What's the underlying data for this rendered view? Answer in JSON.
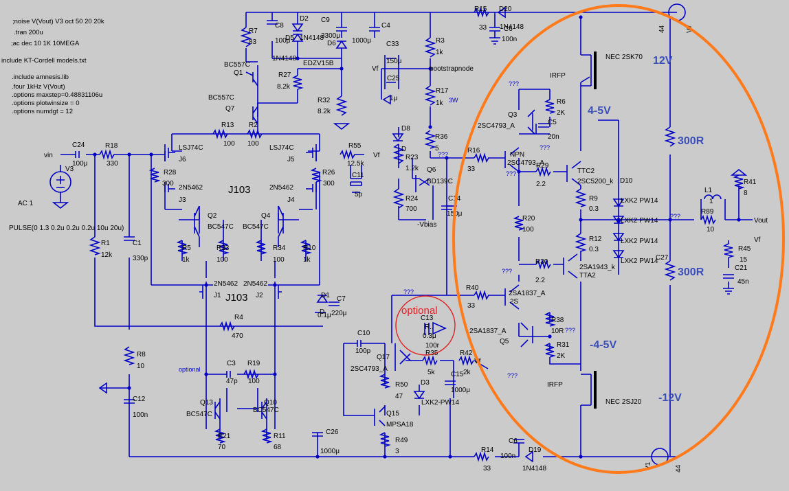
{
  "directives": [
    ";noise V(Vout) V3 oct 50 20 20k",
    ".tran 200u",
    ";ac dec 10 1K 10MEGA",
    "include KT-Cordell models.txt",
    ".include amnesis.lib",
    ".four 1kHz V(Vout)",
    ".options maxstep=0.48831106u",
    ".options plotwinsize = 0",
    ".options numdgt = 12"
  ],
  "source": {
    "ac": "AC 1",
    "pulse": "PULSE(0 1.3 0.2u 0.2u 0.2u 10u 20u)",
    "vin": "vin"
  },
  "annotations": {
    "pos_rail": "12V",
    "neg_rail": "-12V",
    "pos_bias": "4-5V",
    "neg_bias": "-4-5V",
    "r_upper": "300R",
    "r_lower": "300R",
    "optional_red": "optional",
    "optional_blue": "optional",
    "jfet_upper": "J103",
    "jfet_lower": "J103",
    "mosfet_top": "NEC 2SK70",
    "mosfet_bottom": "NEC 2SJ20",
    "irfp_top": "IRFP",
    "irfp_bottom": "IRFP"
  },
  "nets": {
    "vf": "Vf",
    "vout": "Vout",
    "vbias": "-Vbias",
    "bootstrap": "bootstrapnode",
    "unknown": "???",
    "w3": "3W"
  },
  "components": {
    "r7": [
      "R7",
      "83"
    ],
    "c8": [
      "C8",
      "100μ"
    ],
    "d2": [
      "D2",
      "1N4148"
    ],
    "c9": [
      "C9",
      "3300μ"
    ],
    "c4": [
      "C4",
      "1000μ"
    ],
    "d5": [
      "D5",
      "1N4148"
    ],
    "d6": [
      "D6",
      "EDZV15B"
    ],
    "q1": [
      "BC557C",
      "Q1"
    ],
    "r27": [
      "R27",
      "8.2k"
    ],
    "q7": [
      "BC557C",
      "Q7"
    ],
    "r32": [
      "R32",
      "8.2k"
    ],
    "c33": [
      "C33",
      "150μ"
    ],
    "c25": [
      "C25",
      "1μ"
    ],
    "vf_left": "Vf",
    "r3": [
      "R3",
      "1k"
    ],
    "r17": [
      "R17",
      "1k"
    ],
    "r15": [
      "R15",
      "33"
    ],
    "d20": [
      "D20",
      "1N4148"
    ],
    "c6top": [
      "C6",
      "100n"
    ],
    "v7": [
      "V7",
      "44"
    ],
    "r13": [
      "R13",
      "100"
    ],
    "r2": [
      "R2",
      "100"
    ],
    "j6": [
      "LSJ74C",
      "J6"
    ],
    "j5": [
      "LSJ74C",
      "J5"
    ],
    "r28": [
      "R28",
      "300"
    ],
    "r26": [
      "R26",
      "300"
    ],
    "j3": [
      "2N5462",
      "J3"
    ],
    "j4": [
      "2N5462",
      "J4"
    ],
    "r55": [
      "R55",
      "12.5k"
    ],
    "c11": [
      "C11",
      "5p"
    ],
    "c24": [
      "C24",
      "100μ"
    ],
    "r18": [
      "R18",
      "330"
    ],
    "v3": "V3",
    "q2": [
      "Q2",
      "BC547C"
    ],
    "q4": [
      "Q4",
      "BC547C"
    ],
    "r5": [
      "R5",
      "1k"
    ],
    "r33": [
      "R33",
      "100"
    ],
    "r34": [
      "R34",
      "100"
    ],
    "r10": [
      "R10",
      "1k"
    ],
    "r1": [
      "R1",
      "12k"
    ],
    "c1": [
      "C1",
      "330p"
    ],
    "j1": [
      "2N5462",
      "J1"
    ],
    "j2": [
      "2N5462",
      "J2"
    ],
    "d1": [
      "D1",
      "D"
    ],
    "c7": [
      "C7",
      "220μ"
    ],
    "c7b": "0.1μ",
    "r4": [
      "R4",
      "470"
    ],
    "r8": [
      "R8",
      "10"
    ],
    "c12": [
      "C12",
      "100n"
    ],
    "c3": [
      "C3",
      "47p"
    ],
    "r19": [
      "R19",
      "100"
    ],
    "q13": [
      "Q13",
      "BC547C"
    ],
    "q10": [
      "Q10",
      "BC547C"
    ],
    "r21": [
      "R21",
      "70"
    ],
    "r11": [
      "R11",
      "68"
    ],
    "c26": [
      "C26",
      "1000μ"
    ],
    "d8": [
      "D8",
      "D"
    ],
    "r36": [
      "R36",
      "5"
    ],
    "r23": [
      "R23",
      "1.2k"
    ],
    "r24": [
      "R24",
      "700"
    ],
    "q6": [
      "Q6",
      "BD139C"
    ],
    "c14": [
      "C14",
      "150μ"
    ],
    "c10": [
      "C10",
      "100p"
    ],
    "q17": [
      "Q17",
      "2SC4793_A"
    ],
    "c13": [
      "C13",
      "0.3μ",
      "R..",
      "100r"
    ],
    "r35": [
      "R35",
      "5k"
    ],
    "r42": [
      "R42",
      "2k"
    ],
    "r50": [
      "R50",
      "47"
    ],
    "d3": [
      "D3",
      "LXK2-PW14"
    ],
    "c15": [
      "C15",
      "1000μ"
    ],
    "q15": [
      "Q15",
      "MPSA18"
    ],
    "r49": [
      "R49",
      "3"
    ],
    "r14": [
      "R14",
      "33"
    ],
    "c6": [
      "C6",
      "100n"
    ],
    "d19": [
      "D19",
      "1N4148"
    ],
    "q3": [
      "Q3",
      "2SC4793_A"
    ],
    "npn": [
      "NPN",
      "2SC4793_A"
    ],
    "r16": [
      "R16",
      "33"
    ],
    "r6": [
      "R6",
      "2K"
    ],
    "c5": [
      "C5",
      "20n"
    ],
    "r29": [
      "R29",
      "2.2"
    ],
    "q_ttc2": [
      "TTC2",
      "2SC5200_k"
    ],
    "r9": [
      "R9",
      "0.3"
    ],
    "r20": [
      "R20",
      "100"
    ],
    "r12": [
      "R12",
      "0.3"
    ],
    "r30": [
      "R30",
      "2.2"
    ],
    "q_tta2": [
      "2SA1943_k",
      "TTA2"
    ],
    "r40": [
      "R40",
      "33"
    ],
    "q_2s": [
      "2SA1837_A",
      "2S"
    ],
    "q5": [
      "2SA1837_A",
      "Q5"
    ],
    "r38": [
      "R38",
      "10R"
    ],
    "r31": [
      "R31",
      "2K"
    ],
    "d10": [
      "D10",
      "LXK2 PW14",
      "LXK2 PW14",
      "LXK2 PW14",
      "LXK2 PW14"
    ],
    "l1": [
      "L1",
      "1"
    ],
    "r89": [
      "R89",
      "10"
    ],
    "r41": [
      "R41",
      "8"
    ],
    "r45": [
      "R45",
      "15"
    ],
    "c21": [
      "C21",
      "45n"
    ],
    "c27": "C27",
    "v1": "V1"
  }
}
